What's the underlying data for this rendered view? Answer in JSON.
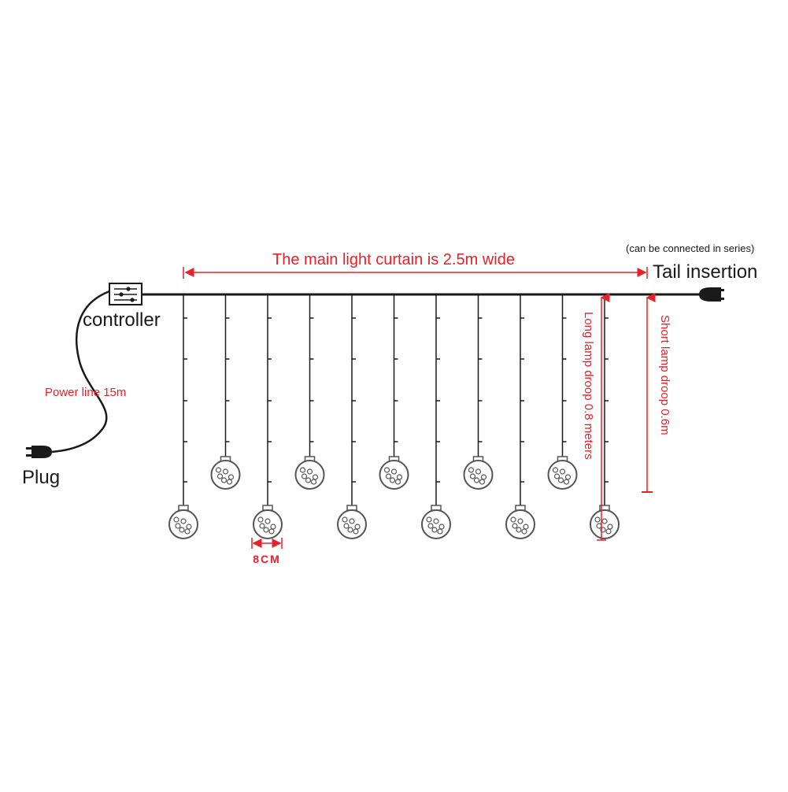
{
  "colors": {
    "line": "#1a1a1a",
    "annotation": "#e8202a",
    "bulb_stroke": "#555555",
    "bulb_fill": "#ffffff"
  },
  "labels": {
    "main_width": "The main light curtain is 2.5m wide",
    "series_note": "(can be connected in series)",
    "tail": "Tail insertion",
    "controller": "controller",
    "power_line": "Power line 15m",
    "plug": "Plug",
    "long_droop": "Long lamp droop 0.8 meters",
    "short_droop": "Short lamp droop 0.6m",
    "bulb_size": "8CM"
  },
  "strands": {
    "count": 11,
    "pattern": [
      "long",
      "short",
      "long",
      "short",
      "long",
      "short",
      "long",
      "short",
      "long",
      "short",
      "long",
      "short"
    ]
  },
  "icons": {
    "controller": "controller-box-icon",
    "plug": "plug-icon",
    "tail": "tail-connector-icon",
    "bulb": "globe-bulb-icon"
  }
}
